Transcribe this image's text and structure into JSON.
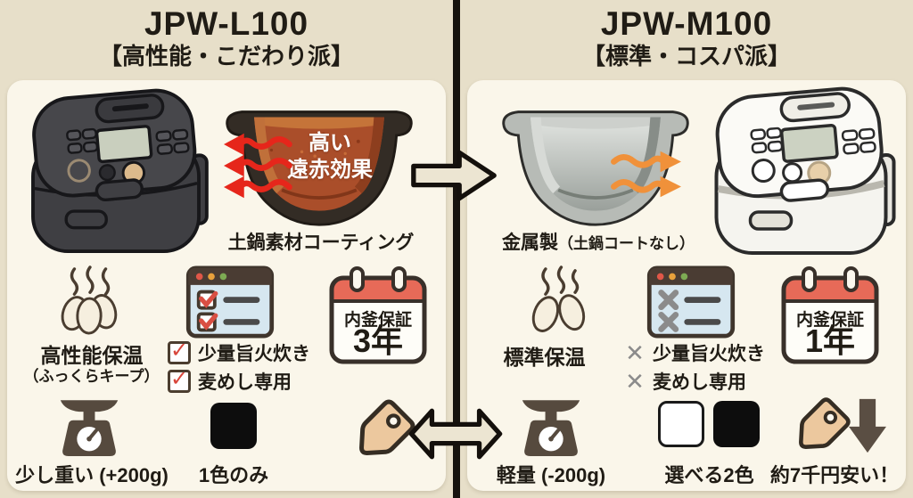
{
  "header": {
    "left_model": "JPW-L100",
    "left_tagline": "【高性能・こだわり派】",
    "right_model": "JPW-M100",
    "right_tagline": "【標準・コスパ派】"
  },
  "left": {
    "pot_text_line1": "高い",
    "pot_text_line2": "遠赤効果",
    "pot_caption": "土鍋素材コーティング",
    "keep_warm": "高性能保温",
    "keep_warm_sub": "（ふっくらキープ）",
    "features": [
      {
        "mark": "✓",
        "label": "少量旨火炊き"
      },
      {
        "mark": "✓",
        "label": "麦めし専用"
      }
    ],
    "warranty_title": "内釜保証",
    "warranty_value": "3年",
    "weight": "少し重い (+200g)",
    "colors": "1色のみ"
  },
  "right": {
    "pot_caption": "金属製",
    "pot_caption_sub": "（土鍋コートなし）",
    "keep_warm": "標準保温",
    "features": [
      {
        "mark": "✕",
        "label": "少量旨火炊き"
      },
      {
        "mark": "✕",
        "label": "麦めし専用"
      }
    ],
    "warranty_title": "内釜保証",
    "warranty_value": "1年",
    "weight": "軽量 (-200g)",
    "colors": "選べる2色",
    "price": "約7千円安い！"
  },
  "palette": {
    "background": "#e7dfc9",
    "panel": "#faf6ea",
    "divider": "#17130e",
    "far_infrared_red": "#e6261b",
    "heat_orange": "#f0913a",
    "calendar_red": "#e76a58",
    "tag_tan": "#ecc89e",
    "icon_brown": "#564a3e"
  }
}
